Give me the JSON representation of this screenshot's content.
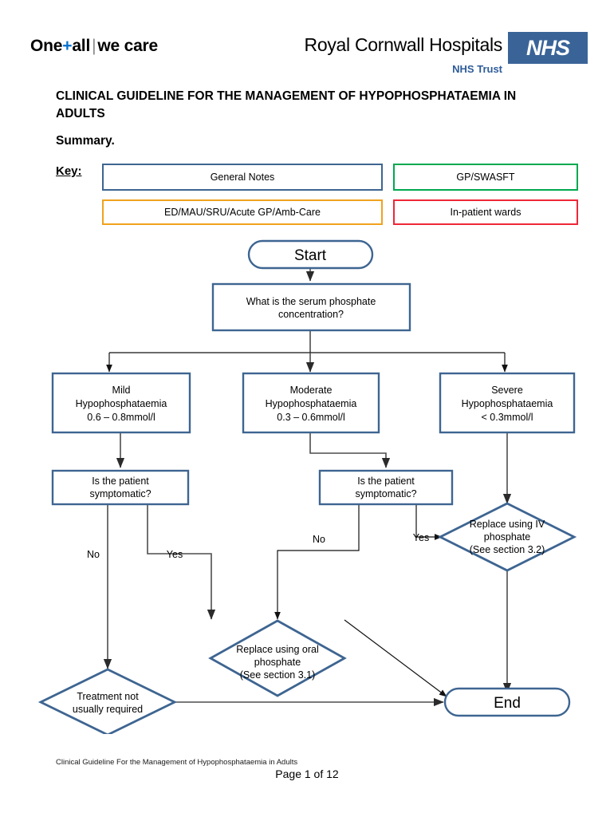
{
  "header": {
    "strapline_one": "One",
    "strapline_plus": "+",
    "strapline_all": "all",
    "strapline_bar": "|",
    "strapline_care": "we care",
    "trust_name": "Royal Cornwall Hospitals",
    "nhs_logo_text": "NHS",
    "nhs_trust_sub": "NHS Trust"
  },
  "document": {
    "title": "CLINICAL GUIDELINE FOR THE MANAGEMENT OF HYPOPHOSPHATAEMIA IN ADULTS",
    "summary_heading": "Summary.",
    "key_label": "Key:"
  },
  "key": {
    "items": [
      {
        "label": "General Notes",
        "color": "#3E6591"
      },
      {
        "label": "GP/SWASFT",
        "color": "#00A84F"
      },
      {
        "label": "ED/MAU/SRU/Acute GP/Amb-Care",
        "color": "#F0A21E"
      },
      {
        "label": "In-patient wards",
        "color": "#EE2737"
      }
    ]
  },
  "flowchart": {
    "nodes": {
      "start": {
        "label": "Start",
        "shape": "terminator"
      },
      "question": {
        "line1": "What is the serum phosphate",
        "line2": "concentration?",
        "shape": "process"
      },
      "mild": {
        "line1": "Mild",
        "line2": "Hypophosphataemia",
        "line3": "0.6 – 0.8mmol/l",
        "shape": "process"
      },
      "moderate": {
        "line1": "Moderate",
        "line2": "Hypophosphataemia",
        "line3": "0.3 – 0.6mmol/l",
        "shape": "process"
      },
      "severe": {
        "line1": "Severe",
        "line2": "Hypophosphataemia",
        "line3": "< 0.3mmol/l",
        "shape": "process"
      },
      "symptomatic_left": {
        "line1": "Is the patient",
        "line2": "symptomatic?",
        "shape": "process"
      },
      "symptomatic_mid": {
        "line1": "Is the patient",
        "line2": "symptomatic?",
        "shape": "process"
      },
      "iv_phosphate": {
        "line1": "Replace using IV",
        "line2": "phosphate",
        "line3": "(See section 3.2)",
        "shape": "decision"
      },
      "oral_phosphate": {
        "line1": "Replace using oral",
        "line2": "phosphate",
        "line3": "(See section 3.1)",
        "shape": "decision"
      },
      "no_treatment": {
        "line1": "Treatment not",
        "line2": "usually required",
        "shape": "decision"
      },
      "end": {
        "label": "End",
        "shape": "terminator"
      }
    },
    "edge_labels": {
      "left_no": "No",
      "left_yes": "Yes",
      "mid_no": "No",
      "mid_yes": "Yes",
      "severe_yes": "Yes"
    }
  },
  "footer": {
    "note": "Clinical Guideline For the Management of Hypophosphataemia in Adults",
    "page": "Page 1 of 12"
  },
  "colors": {
    "shape_border": "#3E6591",
    "nhs_blue": "#3A6498",
    "accent_blue": "#0072CE"
  }
}
